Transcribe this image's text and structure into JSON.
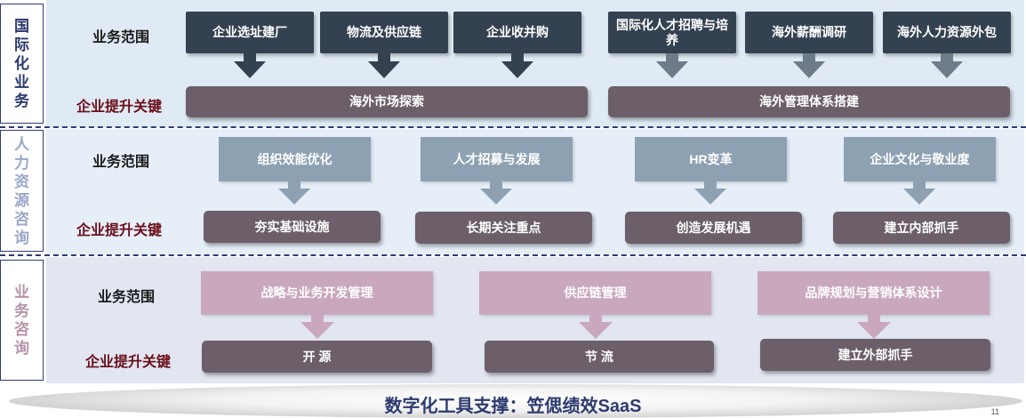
{
  "labels": {
    "scope": "业务范围",
    "key": "企业提升关键"
  },
  "sections": [
    {
      "side_label": "国际化业务",
      "scope_items": [
        "企业选址建厂",
        "物流及供应链",
        "企业收并购",
        "国际化人才招聘与培养",
        "海外薪酬调研",
        "海外人力资源外包"
      ],
      "key_items": [
        "海外市场探索",
        "海外管理体系搭建"
      ]
    },
    {
      "side_label": "人力资源咨询",
      "scope_items": [
        "组织效能优化",
        "人才招募与发展",
        "HR变革",
        "企业文化与敬业度"
      ],
      "key_items": [
        "夯实基础设施",
        "长期关注重点",
        "创造发展机遇",
        "建立内部抓手"
      ]
    },
    {
      "side_label": "业务咨询",
      "scope_items": [
        "战略与业务开发管理",
        "供应链管理",
        "品牌规划与营销体系设计"
      ],
      "key_items": [
        "开 源",
        "节 流",
        "建立外部抓手"
      ]
    }
  ],
  "footer": {
    "title": "数字化工具支撑：笠偲绩效SaaS",
    "page_number": "11"
  },
  "colors": {
    "section1_bg": "#dfeaf4",
    "section2_bg": "#e6eef8",
    "section3_bg": "#e1e6f1",
    "dark_box": "#344150",
    "pill": "#6c5f69",
    "gray_box": "#8da1b2",
    "pink_box": "#c9a8bd",
    "side_label_1": "#2c3a6e",
    "side_label_2": "#9aa8c8",
    "side_label_3": "#b693a9",
    "key_label": "#6b0f1a"
  }
}
